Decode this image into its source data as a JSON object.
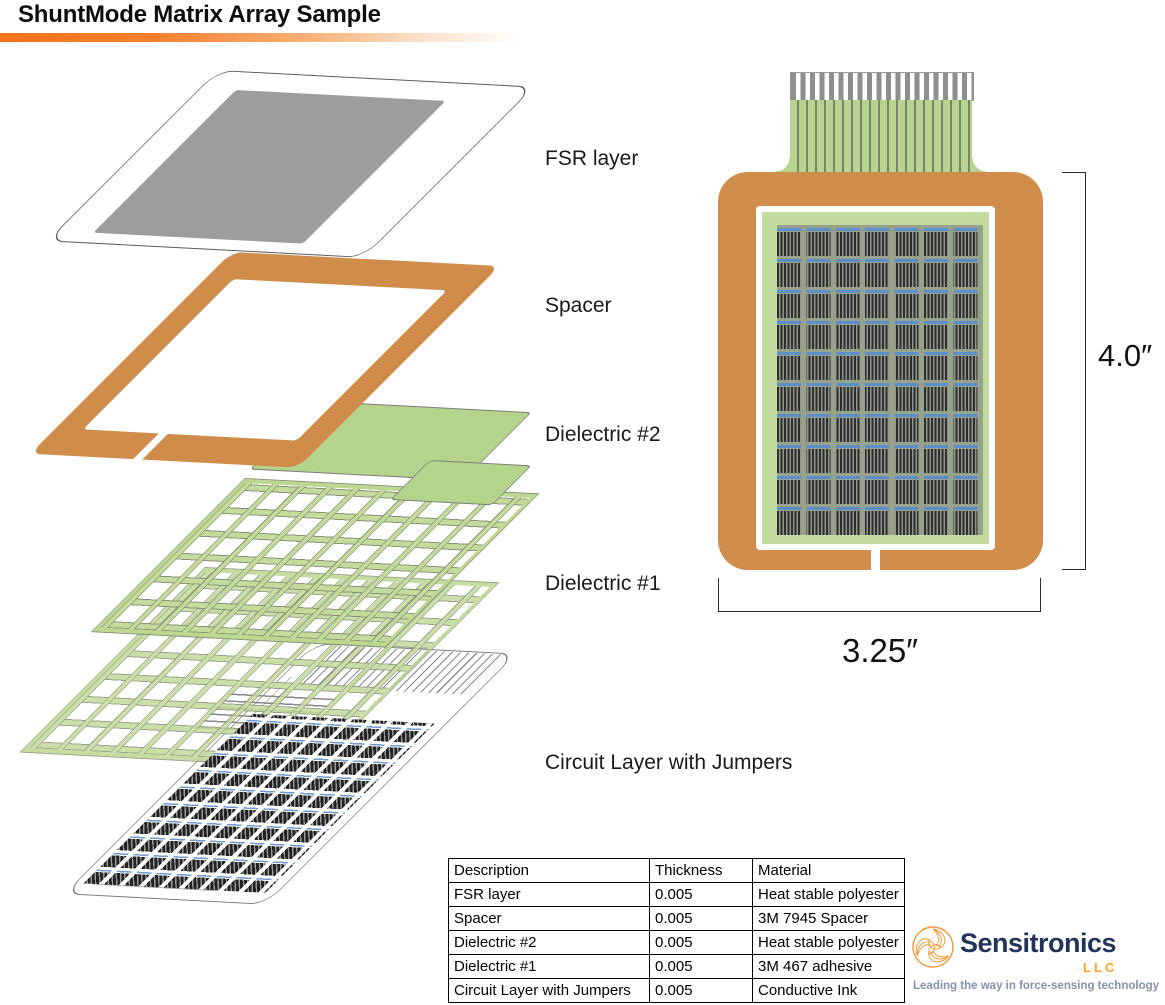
{
  "header": {
    "title": "ShuntMode Matrix Array Sample"
  },
  "exploded_view": {
    "labels": {
      "fsr": "FSR layer",
      "spacer": "Spacer",
      "dielectric2": "Dielectric #2",
      "dielectric1": "Dielectric #1",
      "circuit": "Circuit Layer with Jumpers"
    }
  },
  "assembled_view": {
    "height_dimension": "4.0″",
    "width_dimension": "3.25″"
  },
  "table": {
    "headers": [
      "Description",
      "Thickness",
      "Material"
    ],
    "rows": [
      [
        "FSR layer",
        "0.005",
        "Heat stable polyester"
      ],
      [
        "Spacer",
        "0.005",
        "3M 7945 Spacer"
      ],
      [
        "Dielectric #2",
        "0.005",
        "Heat stable polyester"
      ],
      [
        "Dielectric #1",
        "0.005",
        "3M 467 adhesive"
      ],
      [
        "Circuit Layer with Jumpers",
        "0.005",
        "Conductive Ink"
      ]
    ]
  },
  "logo": {
    "name": "Sensitronics",
    "suffix": "LLC",
    "tagline": "Leading the way in force-sensing technology",
    "swirl_icon": "swirl-shell-icon"
  },
  "colors": {
    "accent_orange": "#f4731f",
    "layer_orange": "#d08c4a",
    "layer_green": "#b7d48f",
    "mesh_green": "#c3db9b",
    "fsr_gray": "#848484",
    "jumper_blue": "#5b8fc9",
    "logo_navy": "#21355a",
    "logo_orange": "#f5a528",
    "tagline_slate": "#8492ad"
  }
}
